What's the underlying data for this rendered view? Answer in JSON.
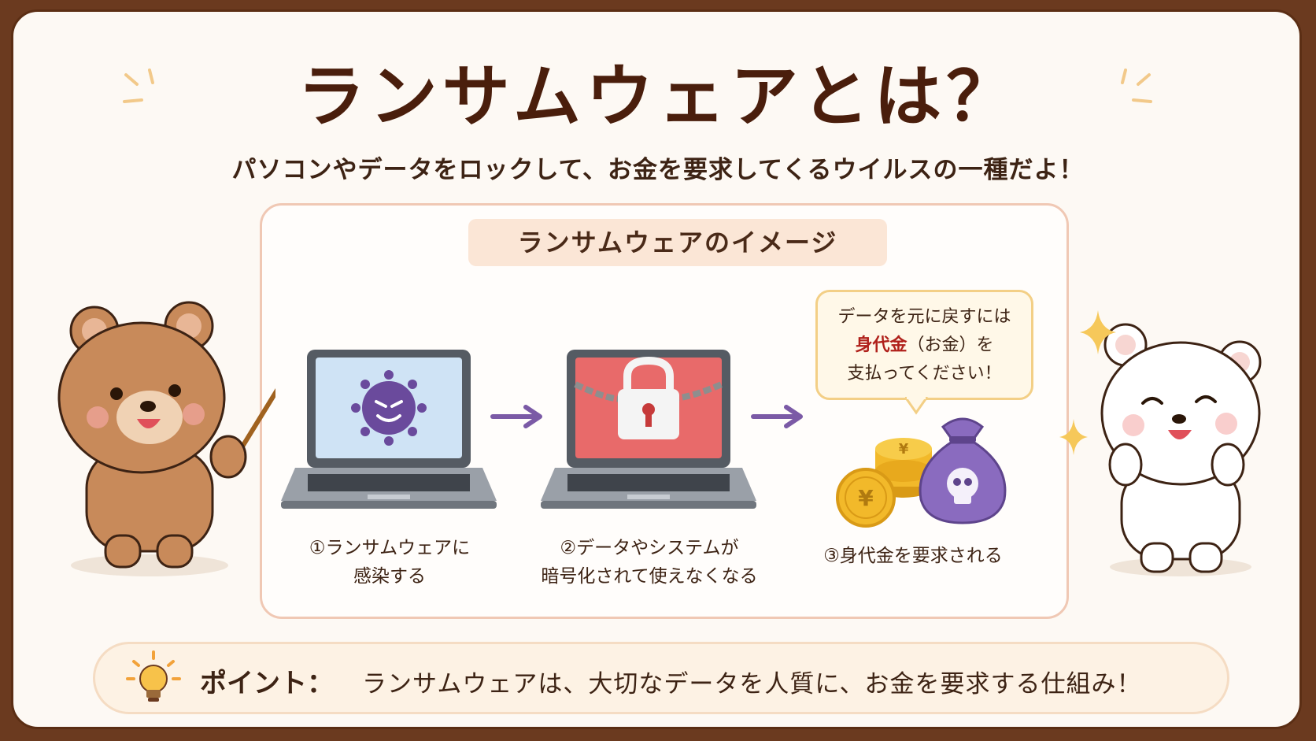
{
  "title": "ランサムウェアとは？",
  "subtitle": "パソコンやデータをロックして、お金を要求してくるウイルスの一種だよ！",
  "panel_title": "ランサムウェアのイメージ",
  "steps": [
    {
      "line1": "①ランサムウェアに",
      "line2": "感染する"
    },
    {
      "line1": "②データやシステムが",
      "line2": "暗号化されて使えなくなる"
    },
    {
      "line1": "③身代金を要求される",
      "line2": ""
    }
  ],
  "bubble": {
    "line1": "データを元に戻すには",
    "ransom": "身代金",
    "line2_rest": "（お金）を",
    "line3": "支払ってください！"
  },
  "coin_symbol": "¥",
  "point": {
    "label": "ポイント：",
    "text": "ランサムウェアは、大切なデータを人質に、お金を要求する仕組み！"
  },
  "colors": {
    "title": "#4a1e0c",
    "frame": "#5b2e14",
    "screen_infected": "#cfe3f5",
    "screen_locked": "#e86a6a",
    "virus": "#6a4a9c",
    "arrow": "#7b5aa6",
    "coin": "#f2b92a",
    "bag": "#8a6bbf",
    "ransom_text": "#b0201a"
  }
}
